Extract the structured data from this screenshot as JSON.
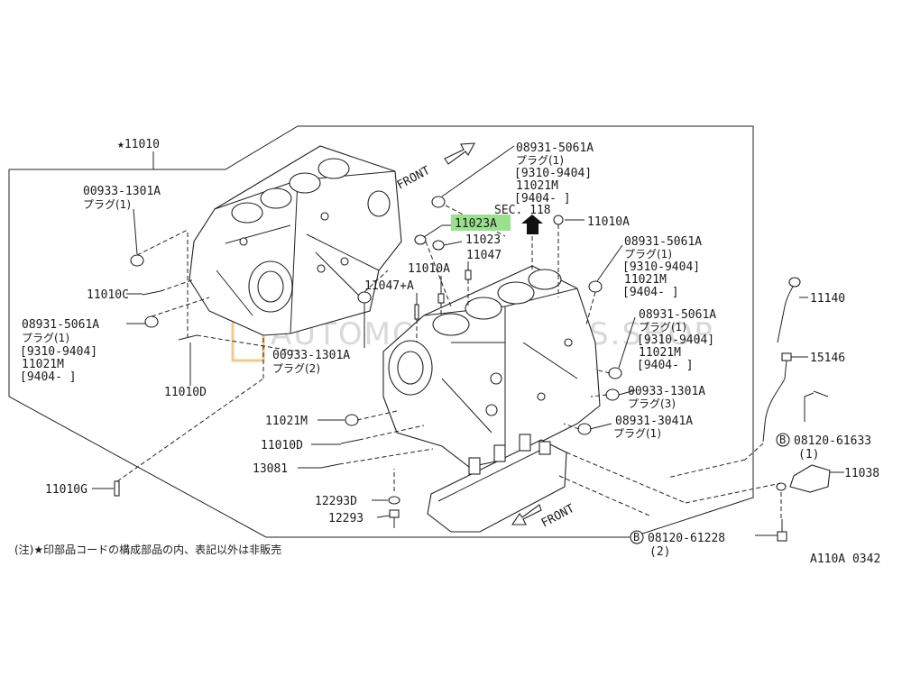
{
  "watermark": "AUTOMOTIVE-PARTS.SHOP",
  "front_label": "FRONT",
  "sec_ref": "SEC. 118",
  "callouts": {
    "block_main": "★11010",
    "plug_1301_top": "00933-1301A",
    "plug_1301_top_q": "プラグ(1)",
    "c11010C": "11010C",
    "plug_5061_left": [
      "08931-5061A",
      "プラグ(1)",
      "[9310-9404]",
      "11021M",
      "[9404-      ]"
    ],
    "c11010D_left": "11010D",
    "plug_1301_mid": "00933-1301A",
    "plug_1301_mid_q": "プラグ(2)",
    "c11010G": "11010G",
    "plug_5061_top": [
      "08931-5061A",
      "プラグ(1)",
      "[9310-9404]",
      "11021M",
      "[9404-      ]"
    ],
    "c11023A": "11023A",
    "c11023": "11023",
    "c11047": "11047",
    "c11010A_left": "11010A",
    "c11047A": "11047+A",
    "c11010A_right": "11010A",
    "plug_5061_right1": [
      "08931-5061A",
      "プラグ(1)",
      "[9310-9404]",
      "11021M",
      "[9404-      ]"
    ],
    "plug_5061_right2": [
      "08931-5061A",
      "プラグ(1)",
      "[9310-9404]",
      "11021M",
      "[9404-      ]"
    ],
    "plug_1301_right": "00933-1301A",
    "plug_1301_right_q": "プラグ(3)",
    "plug_3041": "08931-3041A",
    "plug_3041_q": "プラグ(1)",
    "c11021M": "11021M",
    "c11010D_right": "11010D",
    "c13081": "13081",
    "c12293D": "12293D",
    "c12293": "12293",
    "c11140": "11140",
    "c15146": "15146",
    "bolt_61633": "08120-61633",
    "bolt_61633_q": "(1)",
    "c11038": "11038",
    "bolt_61228": "08120-61228",
    "bolt_61228_q": "(2)",
    "bolt_mark": "B"
  },
  "footnote": "(注)★印部品コードの構成部品の内、表記以外は非販売",
  "figure_code": "A110A 0342"
}
